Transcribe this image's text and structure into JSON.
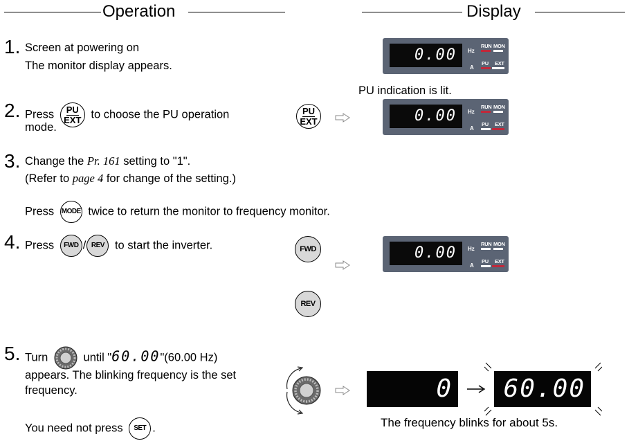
{
  "headers": {
    "operation": "Operation",
    "display": "Display"
  },
  "steps": [
    {
      "num": "1.",
      "line1": "Screen at powering on",
      "line2": "The monitor display appears."
    },
    {
      "num": "2.",
      "press": "Press",
      "rest": "to choose the PU operation",
      "line2": "mode."
    },
    {
      "num": "3.",
      "a": "Change the",
      "param": "Pr. 161",
      "b": "setting to \"1\".",
      "c": "(Refer to",
      "page": "page 4",
      "d": "for change of the setting.)",
      "e": "Press",
      "f": "twice to return the monitor to frequency monitor."
    },
    {
      "num": "4.",
      "press": "Press",
      "slash": "/",
      "rest": "to start the inverter."
    },
    {
      "num": "5.",
      "turn": "Turn",
      "until": "until \"",
      "seg": "60.00",
      "freq": "\"(60.00 Hz)",
      "line2": "appears. The blinking frequency is the set",
      "line3": "frequency.",
      "line4": "You need not press",
      "period": "."
    }
  ],
  "keys": {
    "pu_top": "PU",
    "pu_bottom": "EXT",
    "mode": "MODE",
    "fwd": "FWD",
    "rev": "REV",
    "set": "SET"
  },
  "display": {
    "value": "0.00",
    "hz": "Hz",
    "amp": "A",
    "run": "RUN",
    "mon": "MON",
    "pu": "PU",
    "ext": "EXT",
    "pu_lit_note": "PU indication is lit.",
    "blink_from": "0",
    "blink_to": "60.00",
    "blink_note": "The frequency blinks for about 5s."
  },
  "colors": {
    "panel": "#5b6474",
    "run_bar": "#c0283a",
    "white_bar": "#ffffff",
    "key_grey": "#d8d8d8"
  }
}
